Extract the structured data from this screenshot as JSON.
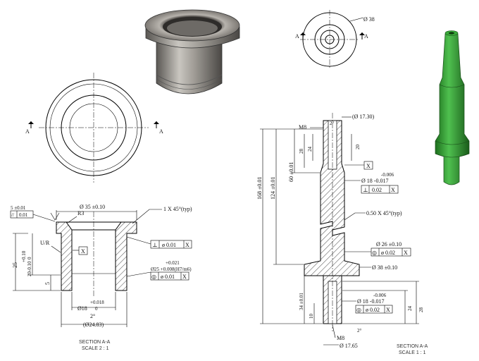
{
  "colors": {
    "ink": "#000000",
    "paper": "#ffffff",
    "bushing_metal": "#8e8b86",
    "shaft_green": "#2f9a2f"
  },
  "section_label": "A",
  "bushing": {
    "flatness": "5 ±0.01",
    "parallelism_sym": "//",
    "parallelism_val": "0.01",
    "radius": "R3",
    "od_top": "Ø 35 ±0.10",
    "chamfer": "1 X 45°(typ)",
    "ur": "U/R",
    "datum": "X",
    "perp_sym": "⊥",
    "perp_val": "ø 0.01",
    "perp_ref": "X",
    "height_total": "25",
    "height_tol": "+0.10",
    "height_body_hi": "0",
    "height_body": "20",
    "height_body_lo": "-0.10",
    "flange_h": "5",
    "bore_tol_hi": "+0.021",
    "bore": "Ø25 +0.008(H7/m6)",
    "conc_sym": "◎",
    "conc_val": "ø 0.01",
    "conc_ref": "X",
    "id_tol_hi": "+0.018",
    "id": "Ø18",
    "id_tol_lo": "0",
    "draft": "2°",
    "od_bottom": "(Ø24.83)",
    "caption_title": "SECTION A-A",
    "caption_scale": "SCALE 2 : 1"
  },
  "shaft": {
    "top_note": "(Ø 17.30)",
    "thread_top": "M8",
    "draft_top": "2°",
    "dim_28": "28",
    "dim_24": "24",
    "dim_20": "20",
    "datum": "X",
    "tol_006": "-0.006",
    "d18": "Ø 18 -0.017",
    "perp_sym": "⊥",
    "perp_val": "0.02",
    "perp_ref": "X",
    "total": "168 ±0.01",
    "dim_124": "124 ±0.01",
    "dim_60": "60 ±0.01",
    "chamfer": "0.50 X 45°(typ)",
    "d26": "Ø 26 ±0.10",
    "conc_sym": "◎",
    "conc_val": "ø 0.02",
    "conc_ref": "X",
    "d38": "Ø 38 ±0.10",
    "tol_006b": "-0.006",
    "d18b": "Ø 18 -0.017",
    "conc2_val": "ø 0.02",
    "conc2_ref": "X",
    "dim_34": "34 ±0.01",
    "dim_10": "10",
    "dim_24b": "24",
    "dim_28b": "28",
    "draft_bottom": "2°",
    "thread_bottom": "M8",
    "bottom_note": "Ø 17.65",
    "top_view_dia": "Ø 38",
    "caption_title": "SECTION A-A",
    "caption_scale": "SCALE 1 : 1"
  }
}
